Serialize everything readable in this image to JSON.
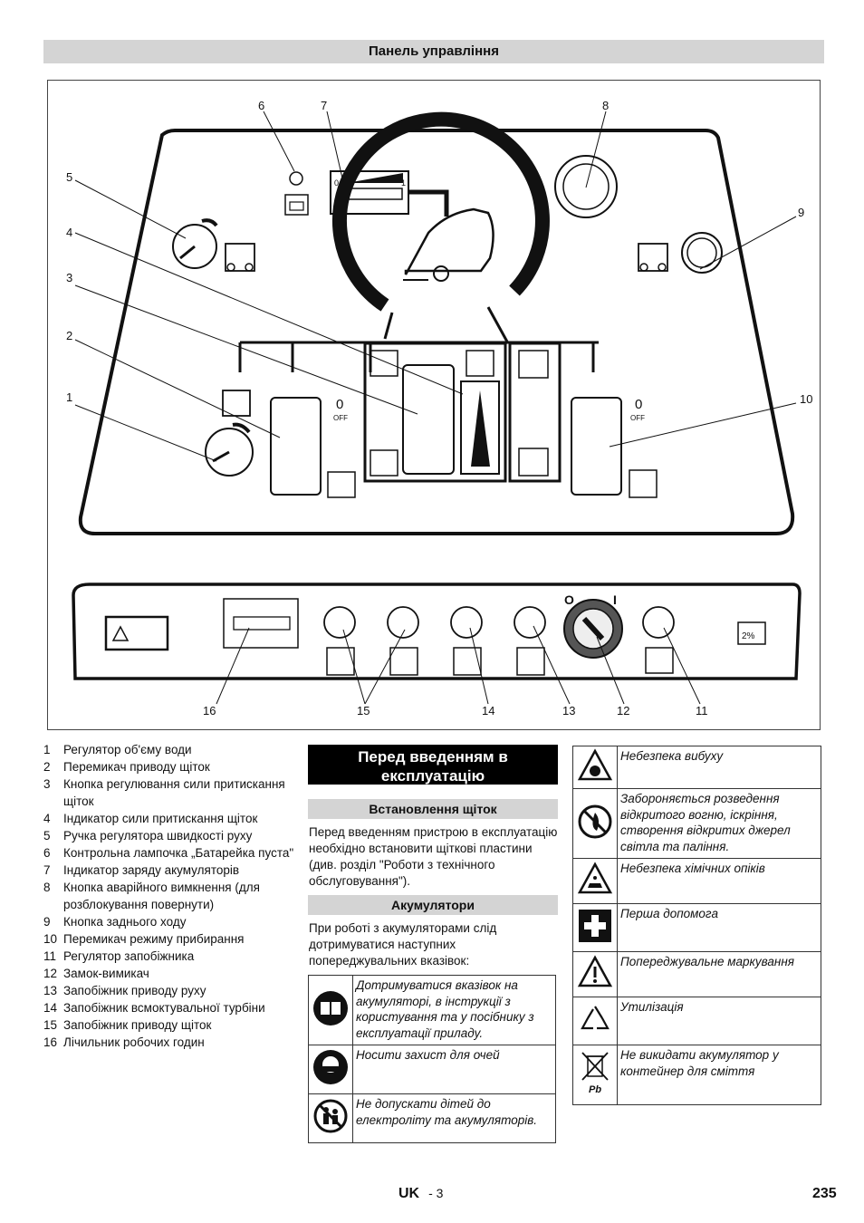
{
  "header": {
    "title": "Панель управління"
  },
  "figure": {
    "callouts": [
      "1",
      "2",
      "3",
      "4",
      "5",
      "6",
      "7",
      "8",
      "9",
      "10",
      "11",
      "12",
      "13",
      "14",
      "15",
      "16"
    ],
    "off_label": "OFF",
    "zero_label": "0",
    "gauge_zero": "0",
    "gauge_one": "1",
    "key_off": "O",
    "key_on": "I",
    "slope_label": "2%"
  },
  "legend": [
    {
      "num": "1",
      "text": "Регулятор об'єму води"
    },
    {
      "num": "2",
      "text": "Перемикач приводу щіток"
    },
    {
      "num": "3",
      "text": "Кнопка регулювання сили притискання щіток"
    },
    {
      "num": "4",
      "text": "Індикатор сили притискання щіток"
    },
    {
      "num": "5",
      "text": "Ручка регулятора швидкості руху"
    },
    {
      "num": "6",
      "text": "Контрольна лампочка „Батарейка пуста\""
    },
    {
      "num": "7",
      "text": "Індикатор заряду акумуляторів"
    },
    {
      "num": "8",
      "text": "Кнопка аварійного вимкнення (для розблокування повернути)"
    },
    {
      "num": "9",
      "text": "Кнопка заднього ходу"
    },
    {
      "num": "10",
      "text": "Перемикач режиму прибирання"
    },
    {
      "num": "11",
      "text": "Регулятор запобіжника"
    },
    {
      "num": "12",
      "text": "Замок-вимикач"
    },
    {
      "num": "13",
      "text": "Запобіжник приводу руху"
    },
    {
      "num": "14",
      "text": "Запобіжник всмоктувальної турбіни"
    },
    {
      "num": "15",
      "text": "Запобіжник приводу щіток"
    },
    {
      "num": "16",
      "text": "Лічильник робочих годин"
    }
  ],
  "section": {
    "title": "Перед введенням в експлуатацію",
    "brushes_title": "Встановлення щіток",
    "brushes_text": "Перед введенням пристрою в експлуатацію необхідно встановити щіткові пластини (див. розділ \"Роботи з технічного обслуговування\").",
    "batteries_title": "Акумулятори",
    "batteries_text": "При роботі з акумуляторами слід дотримуватися наступних попереджувальних вказівок:"
  },
  "warnings_left": [
    {
      "icon": "manual-icon",
      "text": "Дотримуватися вказівок на акумуляторі, в інструкції з користування та у посібнику з експлуатації приладу."
    },
    {
      "icon": "goggles-icon",
      "text": "Носити захист для очей"
    },
    {
      "icon": "no-children-icon",
      "text": "Не допускати дітей до електроліту та акумуляторів."
    }
  ],
  "warnings_right": [
    {
      "icon": "explosion-icon",
      "text": "Небезпека вибуху"
    },
    {
      "icon": "no-fire-icon",
      "text": "Забороняється розведення відкритого вогню, іскріння, створення відкритих джерел світла та паління."
    },
    {
      "icon": "acid-burn-icon",
      "text": "Небезпека хімічних опіків"
    },
    {
      "icon": "first-aid-icon",
      "text": "Перша допомога"
    },
    {
      "icon": "warning-icon",
      "text": "Попереджувальне маркування"
    },
    {
      "icon": "recycling-icon",
      "text": "Утилізація"
    },
    {
      "icon": "no-trash-bin-icon",
      "text": "Не викидати акумулятор у контейнер для сміття",
      "symbol_text": "Pb"
    }
  ],
  "footer": {
    "lang": "UK",
    "sub": "- 3",
    "page": "235"
  }
}
